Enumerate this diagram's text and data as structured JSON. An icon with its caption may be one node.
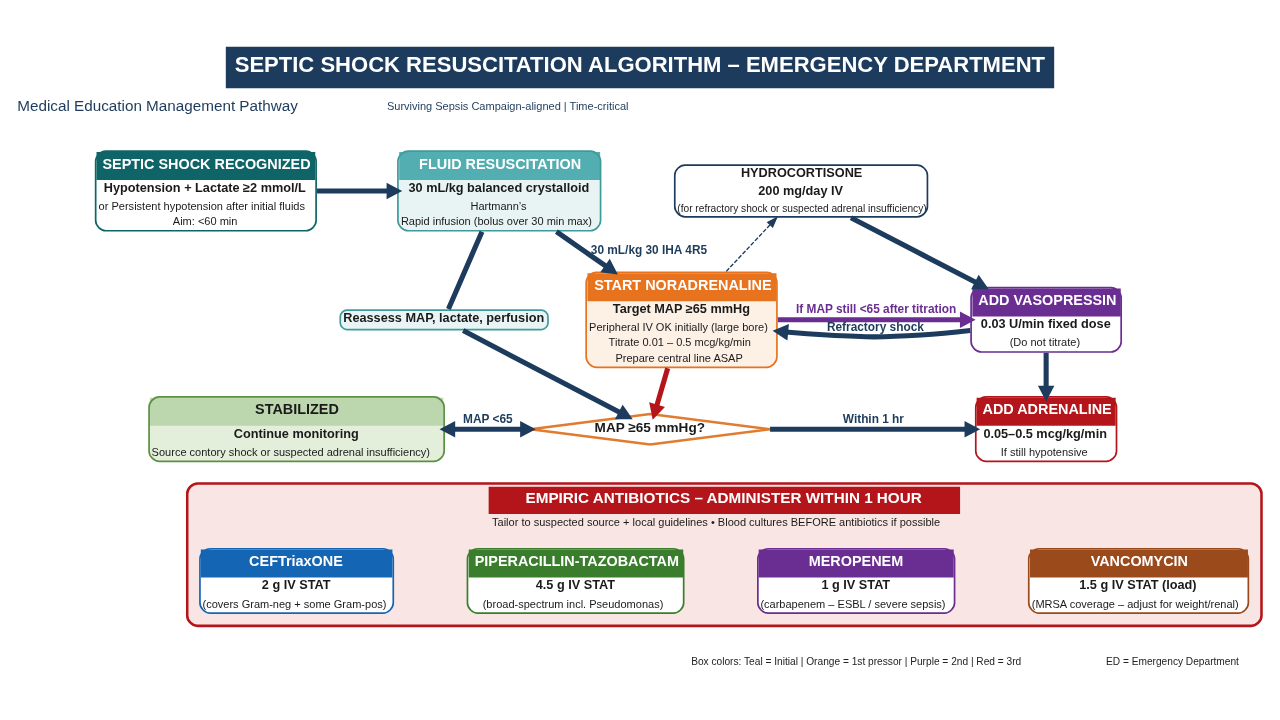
{
  "diagram": {
    "title": "SEPTIC SHOCK RESUSCITATION ALGORITHM – EMERGENCY DEPARTMENT",
    "nodes": [
      {
        "text": [
          "SEPTIC SHOCK RECOGNIZED",
          "Hypotension + Lactate ≥2 mmol/L",
          "or Persistent hypotension after initial fluids",
          "Aim: <60 min"
        ]
      },
      {
        "text": [
          "FLUID RESUSCITATION",
          "30 mL/kg balanced crystalloid",
          "Hartmann’s",
          "Rapid infusion (bolus over 30 min max)"
        ]
      },
      {
        "text": [
          "Reassess MAP, lactate, perfusion"
        ]
      },
      {
        "text": [
          "MAP ≥65 mmHg?"
        ]
      },
      {
        "text": [
          "STABILIZED",
          "Continue monitoring",
          "Source contory shock or suspected adrenal insufficiency)"
        ]
      },
      {
        "text": [
          "START NORADRENALINE",
          "Target MAP ≥65 mmHg",
          "Peripheral IV OK initially (large bore)",
          "Titrate 0.01 – 0.5 mcg/kg/min",
          "Prepare central line ASAP"
        ]
      },
      {
        "text": [
          "HYDROCORTISONE",
          "200 mg/day IV",
          "(for refractory shock or suspected adrenal insufficiency)"
        ]
      },
      {
        "text": [
          "ADD VASOPRESSIN",
          "0.03 U/min fixed dose",
          "(Do not titrate)"
        ]
      },
      {
        "text": [
          "ADD ADRENALINE",
          "0.05–0.5 mcg/kg/min",
          "If still hypotensive"
        ]
      },
      {
        "text": [
          "EMPIRIC ANTIBIOTICS – ADMINISTER WITHIN 1 HOUR",
          "Tailor to suspected source + local guidelines • Blood cultures BEFORE antibiotics if possible"
        ]
      },
      {
        "text": [
          "CEFTriaxONE",
          "2 g IV STAT",
          "(covers Gram-neg + some Gram-pos)"
        ],
        "in": 9
      },
      {
        "text": [
          "PIPERACILLIN-TAZOBACTAM",
          "4.5 g IV STAT",
          "(broad-spectrum incl. Pseudomonas)"
        ],
        "in": 9
      },
      {
        "text": [
          "MEROPENEM",
          "1 g IV STAT",
          "(carbapenem – ESBL / severe sepsis)"
        ],
        "in": 9
      },
      {
        "text": [
          "VANCOMYCIN",
          "1.5 g IV STAT (load)",
          "(MRSA coverage – adjust for weight/renal)"
        ],
        "in": 9
      }
    ],
    "edges": [
      {
        "from": 0,
        "to": 1,
        "arrow": "to"
      },
      {
        "from": 1,
        "to": 5,
        "arrow": "to",
        "label": "30 mL/kg 30 IHA 4R5"
      },
      {
        "from": 1,
        "to": 2,
        "arrow": "none"
      },
      {
        "from": 2,
        "to": 3,
        "arrow": "to"
      },
      {
        "from": 4,
        "to": 3,
        "arrow": "both",
        "label": "MAP <65"
      },
      {
        "from": 5,
        "to": 3,
        "arrow": "to",
        "color": "#b3151b"
      },
      {
        "from": 3,
        "to": 8,
        "arrow": "to",
        "label": "Within 1 hr"
      },
      {
        "from": 5,
        "to": 6,
        "arrow": "to",
        "style": "dashed"
      },
      {
        "from": 6,
        "to": 7,
        "arrow": "to"
      },
      {
        "from": 5,
        "to": 7,
        "arrow": "to",
        "label": "If MAP still <65 after titration",
        "color": "#6a2d91"
      },
      {
        "from": 7,
        "to": 8,
        "arrow": "to"
      },
      {
        "from": 7,
        "to": 5,
        "arrow": "to",
        "label": "Refractory shock"
      }
    ],
    "labels": [
      "Medical Education Management Pathway",
      "Surviving Sepsis Campaign-aligned | Time-critical",
      "Box colors: Teal = Initial | Orange = 1st pressor | Purple = 2nd | Red = 3rd",
      "ED = Emergency Department"
    ]
  }
}
